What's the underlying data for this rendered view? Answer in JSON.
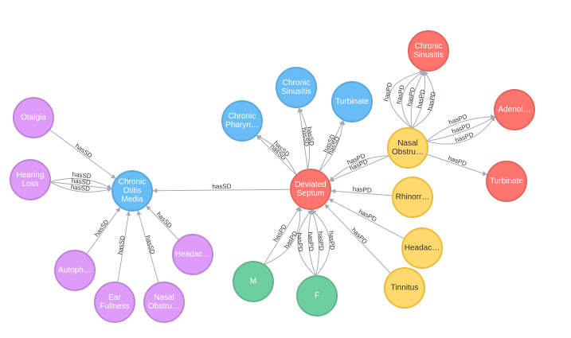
{
  "colors": {
    "blue": "#68bdf6",
    "blue_stroke": "#5ca8db",
    "red": "#ff756e",
    "red_stroke": "#e06760",
    "yellow": "#ffd86e",
    "yellow_stroke": "#edba39",
    "purple": "#de9bf9",
    "purple_stroke": "#bf85d6",
    "green": "#6dce9e",
    "green_stroke": "#60b58b",
    "edge": "#a5abb6"
  },
  "nodes": [
    {
      "id": "chronic-sinusitis-red",
      "label": [
        "Chronic",
        "Sinusitis"
      ],
      "color": "red"
    },
    {
      "id": "chronic-sinusitis-blue",
      "label": [
        "Chronic",
        "Sinusitis"
      ],
      "color": "blue"
    },
    {
      "id": "turbinate-blue",
      "label": [
        "Turbinate"
      ],
      "color": "blue"
    },
    {
      "id": "chronic-pharyngitis",
      "label": [
        "Chronic",
        "Pharyn…"
      ],
      "color": "blue"
    },
    {
      "id": "nasal-obstruction-yellow",
      "label": [
        "Nasal",
        "Obstru…"
      ],
      "color": "yellow"
    },
    {
      "id": "adenoids",
      "label": [
        "Adenoi…"
      ],
      "color": "red"
    },
    {
      "id": "turbinate-red",
      "label": [
        "Turbinate"
      ],
      "color": "red"
    },
    {
      "id": "deviated-septum",
      "label": [
        "Deviated",
        "Septum"
      ],
      "color": "red"
    },
    {
      "id": "chronic-otitis-media",
      "label": [
        "Chronic",
        "Otitis",
        "Media"
      ],
      "color": "blue"
    },
    {
      "id": "otalgia",
      "label": [
        "Otalgia"
      ],
      "color": "purple"
    },
    {
      "id": "hearing-loss",
      "label": [
        "Hearing",
        "Loss"
      ],
      "color": "purple"
    },
    {
      "id": "autophony",
      "label": [
        "Autoph…"
      ],
      "color": "purple"
    },
    {
      "id": "ear-fullness",
      "label": [
        "Ear",
        "Fullness"
      ],
      "color": "purple"
    },
    {
      "id": "nasal-obstruction-purple",
      "label": [
        "Nasal",
        "Obstru…"
      ],
      "color": "purple"
    },
    {
      "id": "headache-purple",
      "label": [
        "Headac…"
      ],
      "color": "purple"
    },
    {
      "id": "rhinorrhea",
      "label": [
        "Rhinorr…"
      ],
      "color": "yellow"
    },
    {
      "id": "headache-yellow",
      "label": [
        "Headac…"
      ],
      "color": "yellow"
    },
    {
      "id": "tinnitus",
      "label": [
        "Tinnitus"
      ],
      "color": "yellow"
    },
    {
      "id": "m",
      "label": [
        "M"
      ],
      "color": "green"
    },
    {
      "id": "f",
      "label": [
        "F"
      ],
      "color": "green"
    }
  ],
  "edges": [
    {
      "from": "deviated-septum",
      "to": "chronic-otitis-media",
      "label": "hasSD"
    },
    {
      "from": "otalgia",
      "to": "chronic-otitis-media",
      "label": "hasSD"
    },
    {
      "from": "hearing-loss",
      "to": "chronic-otitis-media",
      "label": "hasSD",
      "bend": -10
    },
    {
      "from": "hearing-loss",
      "to": "chronic-otitis-media",
      "label": "hasSD"
    },
    {
      "from": "hearing-loss",
      "to": "chronic-otitis-media",
      "label": "hasSD",
      "bend": 10
    },
    {
      "from": "autophony",
      "to": "chronic-otitis-media",
      "label": "hasSD"
    },
    {
      "from": "ear-fullness",
      "to": "chronic-otitis-media",
      "label": "hasSD"
    },
    {
      "from": "nasal-obstruction-purple",
      "to": "chronic-otitis-media",
      "label": "hasSD"
    },
    {
      "from": "headache-purple",
      "to": "chronic-otitis-media",
      "label": "hasSD"
    },
    {
      "from": "deviated-septum",
      "to": "chronic-pharyngitis",
      "label": "hasSD"
    },
    {
      "from": "deviated-septum",
      "to": "chronic-pharyngitis",
      "label": "hasSD",
      "bend": 8
    },
    {
      "from": "deviated-septum",
      "to": "chronic-sinusitis-blue",
      "label": "hasSD"
    },
    {
      "from": "deviated-septum",
      "to": "chronic-sinusitis-blue",
      "label": "hasSD",
      "bend": 8
    },
    {
      "from": "deviated-septum",
      "to": "turbinate-blue",
      "label": "hasSD"
    },
    {
      "from": "deviated-septum",
      "to": "turbinate-blue",
      "label": "hasSD",
      "bend": 8
    },
    {
      "from": "nasal-obstruction-yellow",
      "to": "deviated-septum",
      "label": "hasPD"
    },
    {
      "from": "nasal-obstruction-yellow",
      "to": "deviated-septum",
      "label": "hasPD",
      "bend": 10
    },
    {
      "from": "rhinorrhea",
      "to": "deviated-septum",
      "label": "hasPD"
    },
    {
      "from": "headache-yellow",
      "to": "deviated-septum",
      "label": "hasPD"
    },
    {
      "from": "tinnitus",
      "to": "deviated-septum",
      "label": "hasPD"
    },
    {
      "from": "m",
      "to": "deviated-septum",
      "label": "hasPD",
      "bend": 20
    },
    {
      "from": "m",
      "to": "deviated-septum",
      "label": "hasPD"
    },
    {
      "from": "f",
      "to": "deviated-septum",
      "label": "hasPD",
      "bend": 25
    },
    {
      "from": "f",
      "to": "deviated-septum",
      "label": "hasPD",
      "bend": 8
    },
    {
      "from": "f",
      "to": "deviated-septum",
      "label": "hasPD",
      "bend": -8
    },
    {
      "from": "f",
      "to": "deviated-septum",
      "label": "hasPD",
      "bend": -25
    },
    {
      "from": "nasal-obstruction-yellow",
      "to": "chronic-sinusitis-red",
      "label": "hasPD",
      "bend": 25
    },
    {
      "from": "nasal-obstruction-yellow",
      "to": "chronic-sinusitis-red",
      "label": "hasPD",
      "bend": 8
    },
    {
      "from": "nasal-obstruction-yellow",
      "to": "chronic-sinusitis-red",
      "label": "hasPD",
      "bend": -8
    },
    {
      "from": "nasal-obstruction-yellow",
      "to": "chronic-sinusitis-red",
      "label": "hasPD",
      "bend": -25
    },
    {
      "from": "nasal-obstruction-yellow",
      "to": "chronic-sinusitis-red",
      "label": "hasPD",
      "bend": -45
    },
    {
      "from": "nasal-obstruction-yellow",
      "to": "adenoids",
      "label": "hasPD",
      "bend": -10
    },
    {
      "from": "nasal-obstruction-yellow",
      "to": "adenoids",
      "label": "hasPD",
      "bend": 5
    },
    {
      "from": "nasal-obstruction-yellow",
      "to": "adenoids",
      "label": "hasPD",
      "bend": 20
    },
    {
      "from": "nasal-obstruction-yellow",
      "to": "turbinate-red",
      "label": "hasPD"
    }
  ]
}
